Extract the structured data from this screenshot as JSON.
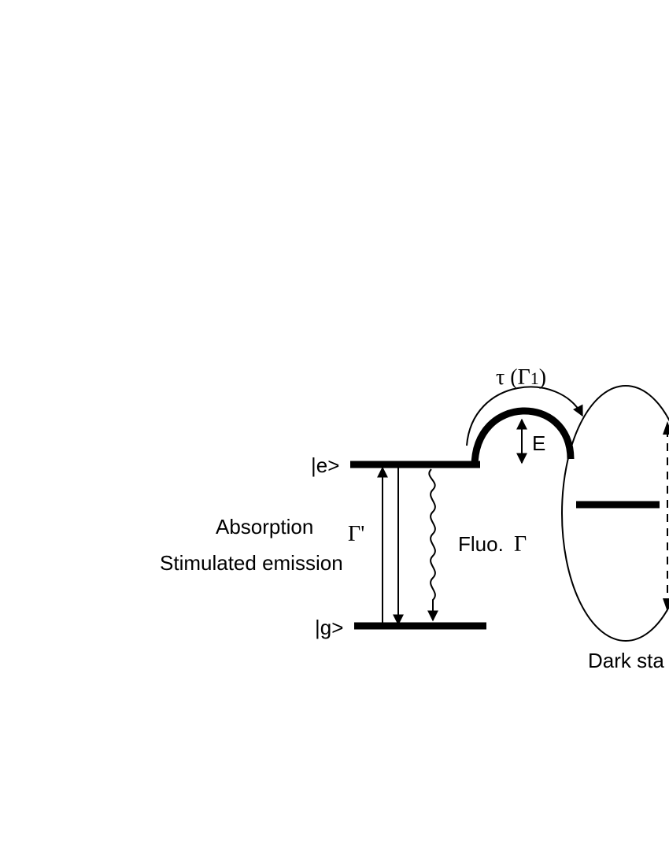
{
  "diagram": {
    "levels": {
      "excited": "|e>",
      "ground": "|g>"
    },
    "labels": {
      "absorption": "Absorption",
      "stimulated_emission": "Stimulated emission",
      "gamma_prime": "Γ'",
      "fluo_prefix": "Fluo.",
      "fluo_gamma": "Γ",
      "barrier_energy": "E",
      "transfer_tau": "τ (",
      "transfer_gamma": "Γ",
      "transfer_sub": "1",
      "transfer_close": ")",
      "dark_state": "Dark sta"
    },
    "colors": {
      "ink": "#000000",
      "background": "#ffffff"
    }
  }
}
